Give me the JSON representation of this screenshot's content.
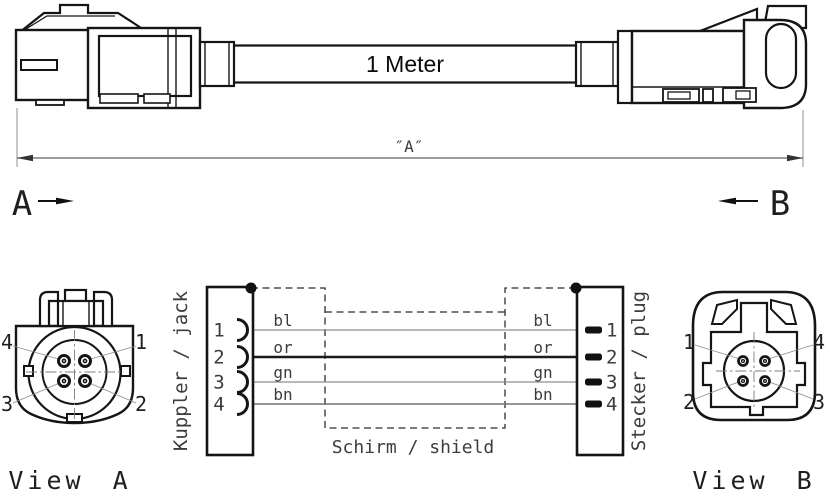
{
  "assembly": {
    "cable_length_label": "1 Meter",
    "overall_dimension_label": "″A″",
    "end_a_label": "A",
    "end_b_label": "B"
  },
  "wiring": {
    "left_connector_label": "Kuppler / jack",
    "right_connector_label": "Stecker / plug",
    "shield_label": "Schirm / shield",
    "wires": [
      {
        "pin": "1",
        "color_code": "bl"
      },
      {
        "pin": "2",
        "color_code": "or"
      },
      {
        "pin": "3",
        "color_code": "gn"
      },
      {
        "pin": "4",
        "color_code": "bn"
      }
    ]
  },
  "view_a": {
    "title": "View A",
    "pins": {
      "top_left": "4",
      "top_right": "1",
      "bottom_left": "3",
      "bottom_right": "2"
    }
  },
  "view_b": {
    "title": "View B",
    "pins": {
      "top_left": "1",
      "top_right": "4",
      "bottom_left": "2",
      "bottom_right": "3"
    }
  },
  "colors": {
    "line": "#151515",
    "thin_line": "#8f8f8f",
    "text": "#3d3d3d",
    "background": "#ffffff"
  }
}
